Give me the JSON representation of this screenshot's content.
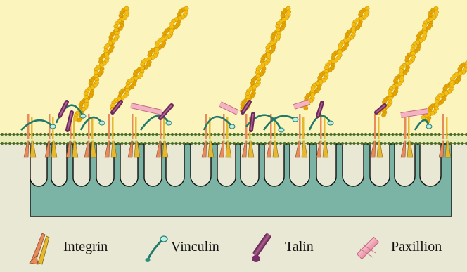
{
  "colors": {
    "cytoplasm": "#fbf5bd",
    "substrate": "#e9e8d4",
    "matrix": "#7bb3a5",
    "membrane": "#556b2f",
    "actin": "#f0b400",
    "integrin_alpha": "#e88a5a",
    "integrin_beta": "#e6b830",
    "vinculin": "#2a9080",
    "talin": "#7a2f68",
    "paxillin": "#f2a3b5"
  },
  "legend": {
    "integrin": "Integrin",
    "vinculin": "Vinculin",
    "talin": "Talin",
    "paxillin": "Paxillion"
  }
}
